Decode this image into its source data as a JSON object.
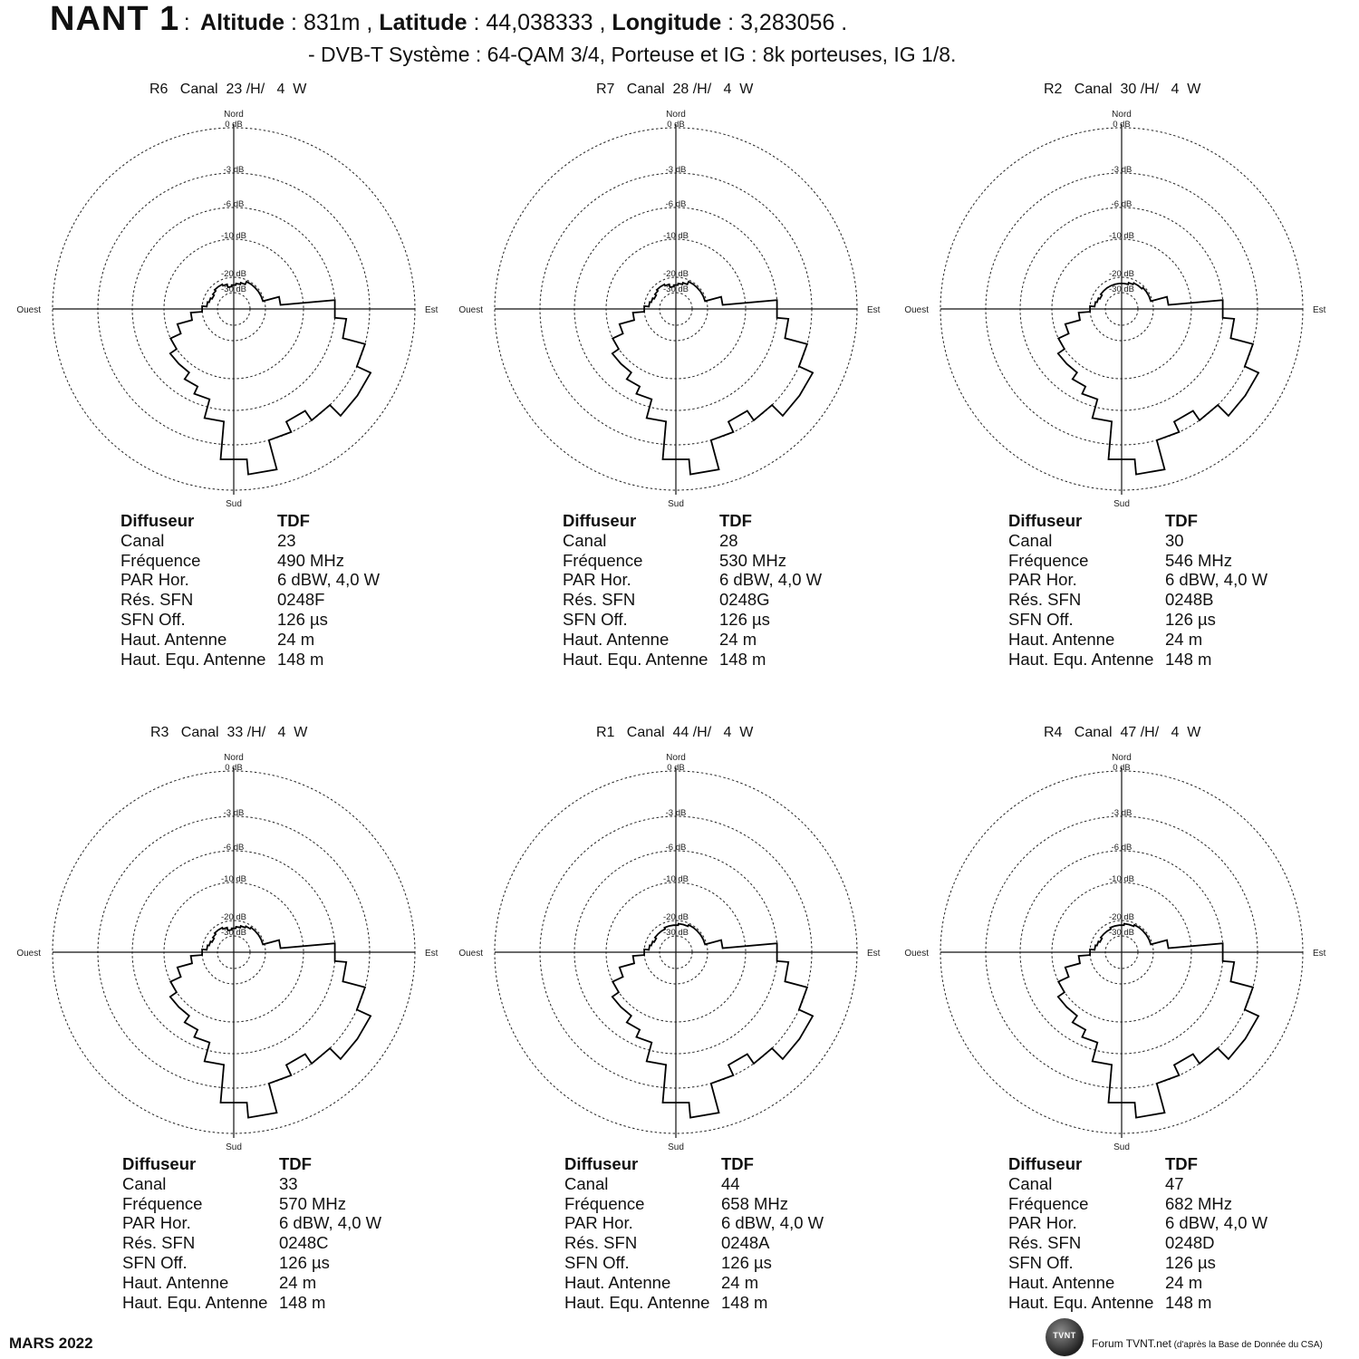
{
  "header": {
    "site": "NANT 1",
    "sep": " :",
    "altitude_label": "Altitude",
    "altitude_value": "831m ,",
    "latitude_label": "Latitude",
    "latitude_value": "44,038333 ,",
    "longitude_label": "Longitude",
    "longitude_value": "3,283056 .",
    "line2": "- DVB-T  Système : 64-QAM 3/4,  Porteuse et IG : 8k porteuses, IG 1/8."
  },
  "info_labels": [
    "Diffuseur",
    "Canal",
    "Fréquence",
    "PAR Hor.",
    "Rés. SFN",
    "SFN Off.",
    "Haut. Antenne",
    "Haut. Equ. Antenne"
  ],
  "compass": {
    "north": "Nord",
    "south": "Sud",
    "east": "Est",
    "west": "Ouest"
  },
  "ring_labels": [
    "0 dB",
    "-3 dB",
    "-6 dB",
    "-10 dB",
    "-20 dB",
    "-30 dB"
  ],
  "panels": [
    {
      "title": "R6   Canal  23 /H/   4  W",
      "values": [
        "TDF",
        "23",
        "490 MHz",
        "6 dBW, 4,0 W",
        "0248F",
        "126 µs",
        "24 m",
        "148 m"
      ]
    },
    {
      "title": "R7   Canal  28 /H/   4  W",
      "values": [
        "TDF",
        "28",
        "530 MHz",
        "6 dBW, 4,0 W",
        "0248G",
        "126 µs",
        "24 m",
        "148 m"
      ]
    },
    {
      "title": "R2   Canal  30 /H/   4  W",
      "values": [
        "TDF",
        "30",
        "546 MHz",
        "6 dBW, 4,0 W",
        "0248B",
        "126 µs",
        "24 m",
        "148 m"
      ]
    },
    {
      "title": "R3   Canal  33 /H/   4  W",
      "values": [
        "TDF",
        "33",
        "570 MHz",
        "6 dBW, 4,0 W",
        "0248C",
        "126 µs",
        "24 m",
        "148 m"
      ]
    },
    {
      "title": "R1   Canal  44 /H/   4  W",
      "values": [
        "TDF",
        "44",
        "658 MHz",
        "6 dBW, 4,0 W",
        "0248A",
        "126 µs",
        "24 m",
        "148 m"
      ]
    },
    {
      "title": "R4   Canal  47 /H/   4  W",
      "values": [
        "TDF",
        "47",
        "682 MHz",
        "6 dBW, 4,0 W",
        "0248D",
        "126 µs",
        "24 m",
        "148 m"
      ]
    }
  ],
  "footer": {
    "date": "MARS 2022",
    "credit": "Forum TVNT.net",
    "credit_note": " (d'après la Base de Donnée du CSA)",
    "logo_text": "TVNT"
  },
  "chart_data": [
    {
      "type": "polar-step",
      "title": "R6   Canal  23 /H/   4  W",
      "radial_axis": {
        "ticks_db": [
          0,
          -3,
          -6,
          -10,
          -20,
          -30
        ]
      },
      "azimuth_deg": [
        0,
        10,
        20,
        30,
        40,
        50,
        60,
        70,
        80,
        90,
        100,
        110,
        120,
        130,
        140,
        150,
        160,
        170,
        180,
        190,
        200,
        210,
        220,
        230,
        240,
        250,
        260,
        270,
        280,
        290,
        300,
        310,
        320,
        330,
        340,
        350
      ],
      "attenuation_db": [
        -25,
        -24,
        -23,
        -21,
        -21,
        -21,
        -21,
        -21,
        -16,
        -6,
        -5,
        -3,
        -2,
        -2,
        -3,
        -4,
        -3,
        -1,
        -2,
        -5,
        -7,
        -8,
        -9,
        -9,
        -10,
        -13,
        -17,
        -20,
        -23,
        -24,
        -25,
        -24,
        -23,
        -23,
        -24,
        -26
      ]
    },
    {
      "type": "polar-step",
      "title": "R7   Canal  28 /H/   4  W",
      "radial_axis": {
        "ticks_db": [
          0,
          -3,
          -6,
          -10,
          -20,
          -30
        ]
      },
      "azimuth_deg": [
        0,
        10,
        20,
        30,
        40,
        50,
        60,
        70,
        80,
        90,
        100,
        110,
        120,
        130,
        140,
        150,
        160,
        170,
        180,
        190,
        200,
        210,
        220,
        230,
        240,
        250,
        260,
        270,
        280,
        290,
        300,
        310,
        320,
        330,
        340,
        350
      ],
      "attenuation_db": [
        -25,
        -24,
        -23,
        -21,
        -21,
        -21,
        -21,
        -21,
        -16,
        -6,
        -5,
        -3,
        -2,
        -2,
        -3,
        -4,
        -3,
        -1,
        -2,
        -5,
        -7,
        -8,
        -9,
        -9,
        -10,
        -13,
        -17,
        -20,
        -23,
        -24,
        -25,
        -24,
        -23,
        -23,
        -24,
        -26
      ]
    },
    {
      "type": "polar-step",
      "title": "R2   Canal  30 /H/   4  W",
      "radial_axis": {
        "ticks_db": [
          0,
          -3,
          -6,
          -10,
          -20,
          -30
        ]
      },
      "azimuth_deg": [
        0,
        10,
        20,
        30,
        40,
        50,
        60,
        70,
        80,
        90,
        100,
        110,
        120,
        130,
        140,
        150,
        160,
        170,
        180,
        190,
        200,
        210,
        220,
        230,
        240,
        250,
        260,
        270,
        280,
        290,
        300,
        310,
        320,
        330,
        340,
        350
      ],
      "attenuation_db": [
        -24,
        -24,
        -23,
        -22,
        -22,
        -21,
        -21,
        -21,
        -16,
        -6,
        -5,
        -3,
        -2,
        -2,
        -3,
        -4,
        -3,
        -1,
        -2,
        -5,
        -7,
        -8,
        -9,
        -9,
        -10,
        -13,
        -17,
        -20,
        -23,
        -24,
        -25,
        -24,
        -24,
        -24,
        -24,
        -24
      ]
    },
    {
      "type": "polar-step",
      "title": "R3   Canal  33 /H/   4  W",
      "radial_axis": {
        "ticks_db": [
          0,
          -3,
          -6,
          -10,
          -20,
          -30
        ]
      },
      "azimuth_deg": [
        0,
        10,
        20,
        30,
        40,
        50,
        60,
        70,
        80,
        90,
        100,
        110,
        120,
        130,
        140,
        150,
        160,
        170,
        180,
        190,
        200,
        210,
        220,
        230,
        240,
        250,
        260,
        270,
        280,
        290,
        300,
        310,
        320,
        330,
        340,
        350
      ],
      "attenuation_db": [
        -25,
        -24,
        -23,
        -22,
        -21,
        -21,
        -21,
        -21,
        -16,
        -6,
        -5,
        -3,
        -2,
        -2,
        -3,
        -4,
        -3,
        -1,
        -2,
        -5,
        -7,
        -8,
        -9,
        -9,
        -10,
        -13,
        -17,
        -20,
        -23,
        -24,
        -25,
        -24,
        -23,
        -23,
        -24,
        -26
      ]
    },
    {
      "type": "polar-step",
      "title": "R1   Canal  44 /H/   4  W",
      "radial_axis": {
        "ticks_db": [
          0,
          -3,
          -6,
          -10,
          -20,
          -30
        ]
      },
      "azimuth_deg": [
        0,
        10,
        20,
        30,
        40,
        50,
        60,
        70,
        80,
        90,
        100,
        110,
        120,
        130,
        140,
        150,
        160,
        170,
        180,
        190,
        200,
        210,
        220,
        230,
        240,
        250,
        260,
        270,
        280,
        290,
        300,
        310,
        320,
        330,
        340,
        350
      ],
      "attenuation_db": [
        -23,
        -22,
        -22,
        -21,
        -21,
        -21,
        -21,
        -21,
        -16,
        -6,
        -5,
        -3,
        -2,
        -2,
        -3,
        -4,
        -3,
        -1,
        -2,
        -5,
        -7,
        -8,
        -9,
        -9,
        -10,
        -13,
        -17,
        -20,
        -23,
        -24,
        -25,
        -24,
        -24,
        -24,
        -23,
        -23
      ]
    },
    {
      "type": "polar-step",
      "title": "R4   Canal  47 /H/   4  W",
      "radial_axis": {
        "ticks_db": [
          0,
          -3,
          -6,
          -10,
          -20,
          -30
        ]
      },
      "azimuth_deg": [
        0,
        10,
        20,
        30,
        40,
        50,
        60,
        70,
        80,
        90,
        100,
        110,
        120,
        130,
        140,
        150,
        160,
        170,
        180,
        190,
        200,
        210,
        220,
        230,
        240,
        250,
        260,
        270,
        280,
        290,
        300,
        310,
        320,
        330,
        340,
        350
      ],
      "attenuation_db": [
        -23,
        -22,
        -22,
        -21,
        -21,
        -21,
        -21,
        -21,
        -16,
        -6,
        -5,
        -3,
        -2,
        -2,
        -3,
        -4,
        -3,
        -1,
        -2,
        -5,
        -7,
        -8,
        -9,
        -9,
        -10,
        -13,
        -17,
        -20,
        -23,
        -24,
        -25,
        -24,
        -24,
        -24,
        -23,
        -23
      ]
    }
  ]
}
